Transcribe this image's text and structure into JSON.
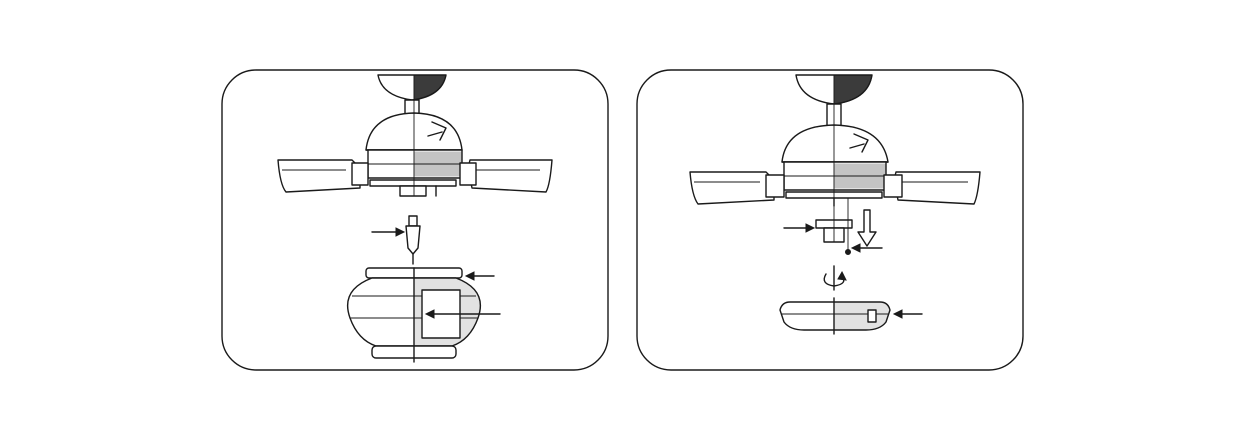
{
  "figure": {
    "panels": [
      {
        "id": "left",
        "depicts": "ceiling-fan-with-light-bulb-and-glass-bowl-shade"
      },
      {
        "id": "right",
        "depicts": "ceiling-fan-with-light-kit-and-flat-cover"
      }
    ],
    "icons": {
      "pointer": "arrow-left-icon",
      "drop": "hollow-arrow-down-icon",
      "rotate": "rotate-icon"
    },
    "colors": {
      "line": "#1a1a1a",
      "background": "#ffffff"
    }
  }
}
